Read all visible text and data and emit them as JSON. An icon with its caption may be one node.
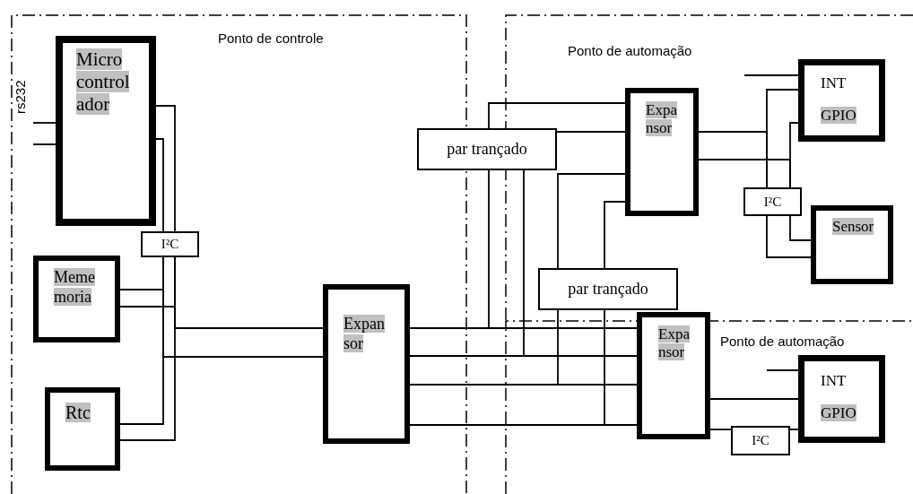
{
  "diagram": {
    "nodes": [
      {
        "text": [
          "Ponto de controle"
        ]
      },
      {
        "text": [
          "Microcontrolador"
        ],
        "in": 0
      },
      {
        "text": [
          "I²C"
        ],
        "in": 0
      },
      {
        "text": [
          "Mememoria"
        ],
        "in": 0
      },
      {
        "text": [
          "Rtc"
        ],
        "in": 0
      },
      {
        "text": [
          "Expansor"
        ],
        "in": 0
      },
      {
        "text": [
          "par trançado"
        ]
      },
      {
        "text": [
          "Ponto de automação"
        ]
      },
      {
        "text": [
          "Expansor"
        ],
        "in": 7
      },
      {
        "text": [
          "INT",
          "GPIO"
        ],
        "in": 7
      },
      {
        "text": [
          "I²C"
        ],
        "in": 7
      },
      {
        "text": [
          "Sensor"
        ],
        "in": 7
      },
      {
        "text": [
          "par trançado"
        ],
        "in": 7
      },
      {
        "text": [
          "Ponto de automação"
        ]
      },
      {
        "text": [
          "Expansor"
        ],
        "in": 13
      },
      {
        "text": [
          "INT",
          "GPIO"
        ],
        "in": 13
      },
      {
        "text": [
          "I²C"
        ],
        "in": 13
      }
    ],
    "edges": [
      {
        "from": null,
        "to": 1,
        "arrow": "none"
      },
      {
        "from": null,
        "to": 1,
        "arrow": "none"
      },
      {
        "from": 1,
        "to": 2,
        "arrow": "none"
      },
      {
        "from": 1,
        "to": 2,
        "arrow": "none"
      },
      {
        "from": 2,
        "to": 3,
        "arrow": "none"
      },
      {
        "from": 2,
        "to": 3,
        "arrow": "none"
      },
      {
        "from": 2,
        "to": 4,
        "arrow": "none"
      },
      {
        "from": 2,
        "to": 4,
        "arrow": "none"
      },
      {
        "from": 2,
        "to": 5,
        "arrow": "none"
      },
      {
        "from": 2,
        "to": 5,
        "arrow": "none"
      },
      {
        "from": 5,
        "to": 6,
        "arrow": "none"
      },
      {
        "from": 5,
        "to": 6,
        "arrow": "none"
      },
      {
        "from": 6,
        "to": 8,
        "arrow": "none"
      },
      {
        "from": 6,
        "to": 8,
        "arrow": "none"
      },
      {
        "from": 5,
        "to": 14,
        "arrow": "none"
      },
      {
        "from": 5,
        "to": 14,
        "arrow": "none"
      },
      {
        "from": 5,
        "to": 14,
        "arrow": "none"
      },
      {
        "from": 5,
        "to": 14,
        "arrow": "none"
      },
      {
        "from": 8,
        "to": 12,
        "arrow": "none"
      },
      {
        "from": 8,
        "to": 12,
        "arrow": "none"
      },
      {
        "from": 12,
        "to": 14,
        "arrow": "none"
      },
      {
        "from": 12,
        "to": 14,
        "arrow": "none"
      },
      {
        "from": null,
        "to": 9,
        "arrow": "none"
      },
      {
        "from": 8,
        "to": 10,
        "arrow": "none"
      },
      {
        "from": 8,
        "to": 10,
        "arrow": "none"
      },
      {
        "from": 9,
        "to": 10,
        "arrow": "none"
      },
      {
        "from": 9,
        "to": 10,
        "arrow": "none"
      },
      {
        "from": 10,
        "to": 11,
        "arrow": "none"
      },
      {
        "from": 10,
        "to": 11,
        "arrow": "none"
      },
      {
        "from": null,
        "to": 15,
        "arrow": "none"
      },
      {
        "from": 14,
        "to": 15,
        "arrow": "none"
      },
      {
        "from": 14,
        "to": 16,
        "arrow": "none"
      },
      {
        "from": 16,
        "to": 15,
        "arrow": "none"
      }
    ],
    "labels": [
      "rs232"
    ]
  }
}
